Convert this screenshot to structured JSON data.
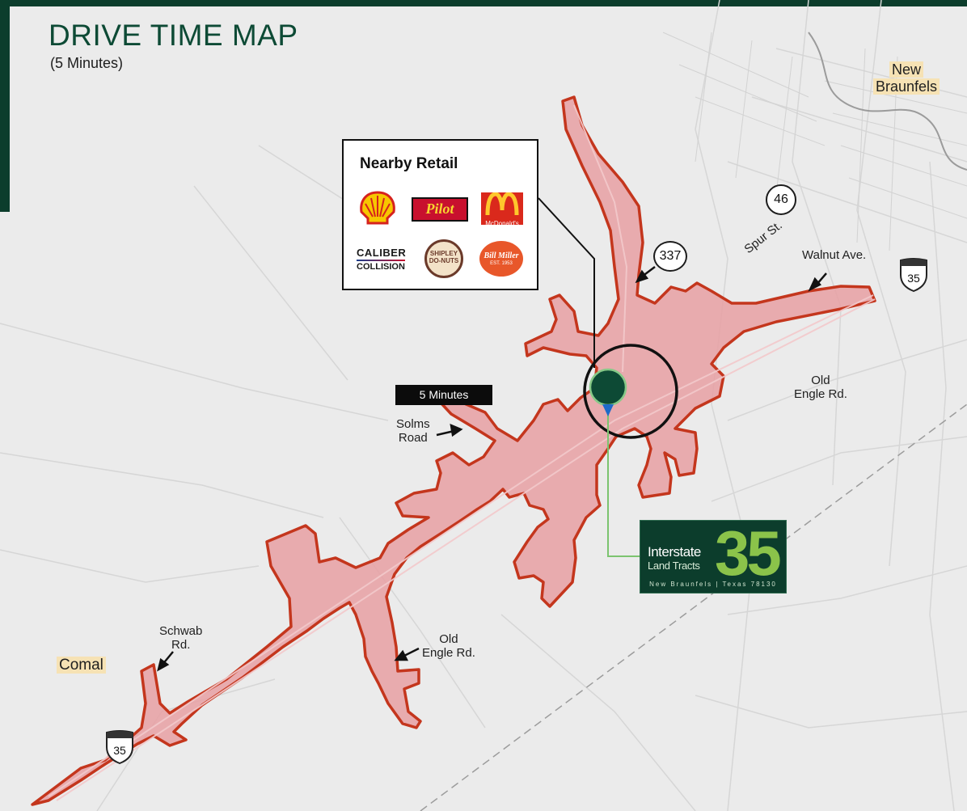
{
  "header": {
    "title": "DRIVE TIME MAP",
    "subtitle": "(5 Minutes)"
  },
  "retail": {
    "title": "Nearby Retail",
    "logos": [
      {
        "name": "Shell",
        "icon": "shell-logo",
        "color": "#f7c600"
      },
      {
        "name": "Pilot",
        "icon": "pilot-logo",
        "color": "#c8102e"
      },
      {
        "name": "McDonald's",
        "icon": "mcdonalds-logo",
        "color": "#da291c"
      },
      {
        "name": "CALIBER",
        "name2": "COLLISION",
        "icon": "caliber-logo",
        "color": "#1a1a1a"
      },
      {
        "name": "SHIPLEY",
        "name2": "DO-NUTS",
        "icon": "shipley-logo",
        "color": "#6b3a2a"
      },
      {
        "name": "Bill Miller",
        "name2": "EST. 1953",
        "icon": "bill-miller-logo",
        "color": "#e8572a"
      }
    ]
  },
  "drive_time": {
    "badge": "5 Minutes",
    "fill_color": "#e7a0a3",
    "stroke_color": "#c4361d"
  },
  "places": {
    "new_braunfels": [
      "New",
      "Braunfels"
    ],
    "comal": "Comal"
  },
  "streets": {
    "walnut": "Walnut Ave.",
    "spur": "Spur St.",
    "old_engle_east": [
      "Old",
      "Engle Rd."
    ],
    "old_engle_south": [
      "Old",
      "Engle Rd."
    ],
    "solms": [
      "Solms",
      "Road"
    ],
    "schwab": [
      "Schwab",
      "Rd."
    ]
  },
  "route_markers": {
    "i35_east": "35",
    "i35_west": "35",
    "r46": "46",
    "r337": "337"
  },
  "brand": {
    "line1": "Interstate",
    "line2": "Land Tracts",
    "number": "35",
    "footer": "New Braunfels | Texas 78130",
    "bg_color": "#0c3d2c",
    "accent_color": "#8bc34a"
  },
  "colors": {
    "map_bg": "#ebebeb",
    "title_color": "#0d4a35",
    "site_pin": "#0d4a35"
  }
}
